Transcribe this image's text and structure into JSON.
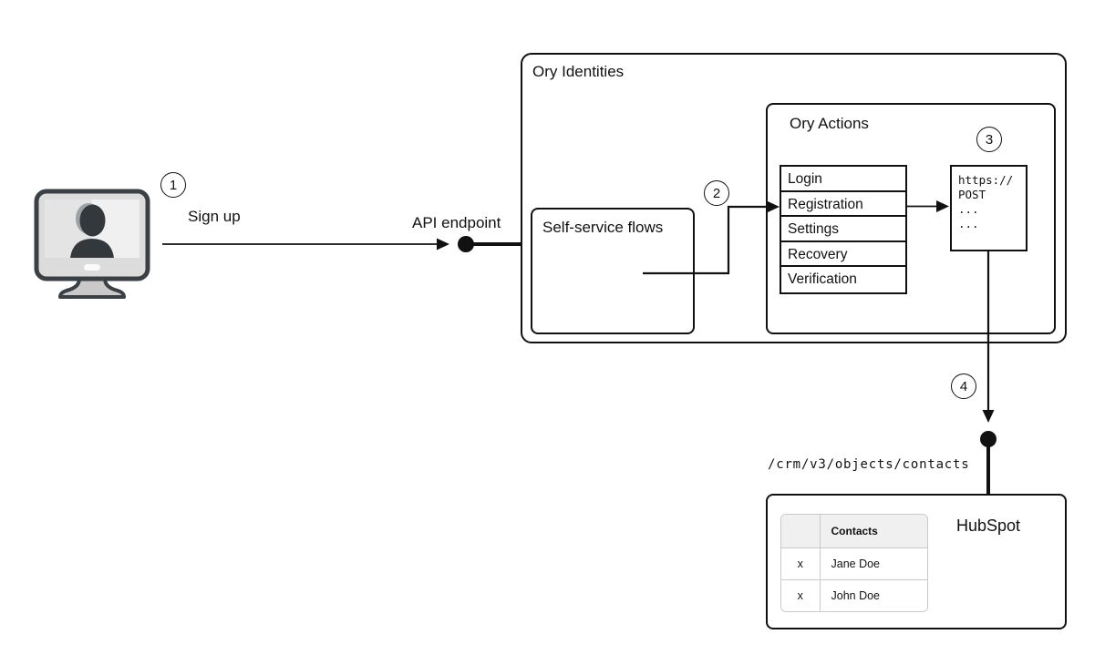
{
  "steps": {
    "s1": "1",
    "s2": "2",
    "s3": "3",
    "s4": "4"
  },
  "labels": {
    "sign_up": "Sign up",
    "api_endpoint": "API endpoint",
    "crm_path": "/crm/v3/objects/contacts"
  },
  "ory_identities": {
    "title": "Ory Identities"
  },
  "self_service": {
    "title": "Self-service flows"
  },
  "ory_actions": {
    "title": "Ory Actions",
    "flows": [
      "Login",
      "Registration",
      "Settings",
      "Recovery",
      "Verification"
    ],
    "code": [
      "https://",
      "POST",
      "...",
      "..."
    ]
  },
  "hubspot": {
    "title": "HubSpot",
    "table": {
      "headers": [
        "",
        "Contacts"
      ],
      "rows": [
        [
          "x",
          "Jane Doe"
        ],
        [
          "x",
          "John Doe"
        ]
      ]
    }
  },
  "icons": {
    "user_computer": "user-computer-icon"
  },
  "colors": {
    "line": "#111111",
    "table_border": "#c9c9c9",
    "table_header_bg": "#f0f0f0",
    "monitor_frame": "#3b4045",
    "monitor_body": "#dcdcdc",
    "monitor_screen": "#f0f0f0",
    "silhouette": "#33383d"
  }
}
